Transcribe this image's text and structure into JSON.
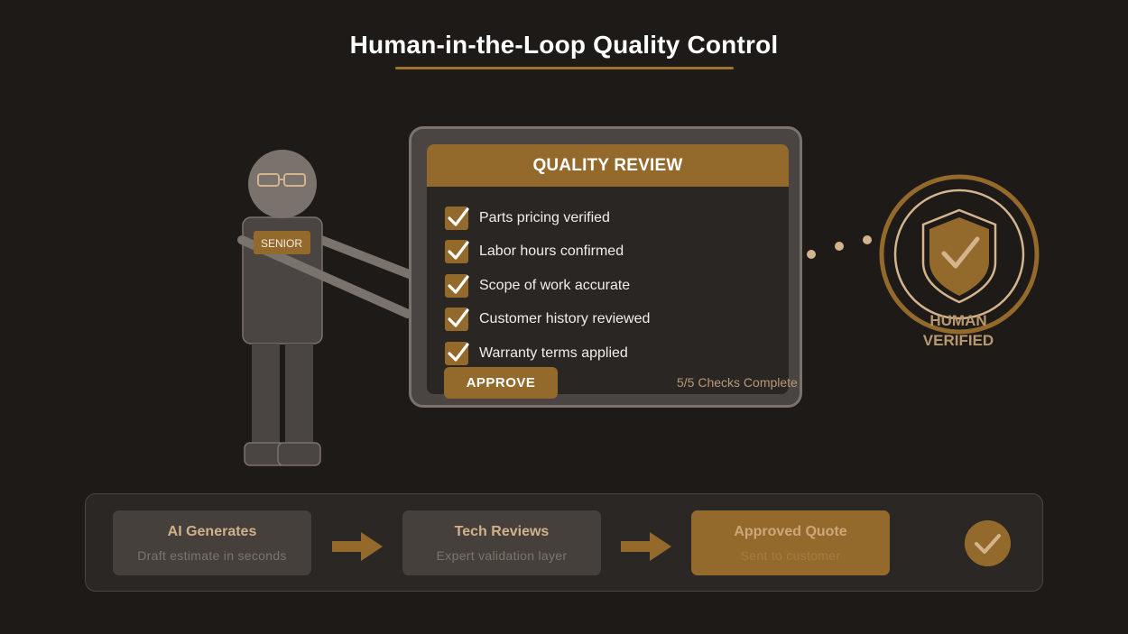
{
  "title": "Human-in-the-Loop Quality Control",
  "colors": {
    "accent": "#946a2c",
    "background": "#1e1a17",
    "muted_text": "#b89a74"
  },
  "person": {
    "badge_text": "SENIOR"
  },
  "review_panel": {
    "header": "QUALITY REVIEW",
    "checks": [
      {
        "label": "Parts pricing verified",
        "checked": true
      },
      {
        "label": "Labor hours confirmed",
        "checked": true
      },
      {
        "label": "Scope of work accurate",
        "checked": true
      },
      {
        "label": "Customer history reviewed",
        "checked": true
      },
      {
        "label": "Warranty terms applied",
        "checked": true
      }
    ],
    "approve_label": "APPROVE",
    "status": "5/5 Checks Complete"
  },
  "verified_badge": {
    "icon": "shield-check-icon",
    "line1": "HUMAN",
    "line2": "VERIFIED"
  },
  "process": {
    "steps": [
      {
        "title": "AI Generates",
        "subtitle": "Draft estimate in seconds"
      },
      {
        "title": "Tech Reviews",
        "subtitle": "Expert validation layer"
      },
      {
        "title": "Approved Quote",
        "subtitle": "Sent to customer"
      }
    ],
    "final_icon": "checkmark-icon"
  }
}
